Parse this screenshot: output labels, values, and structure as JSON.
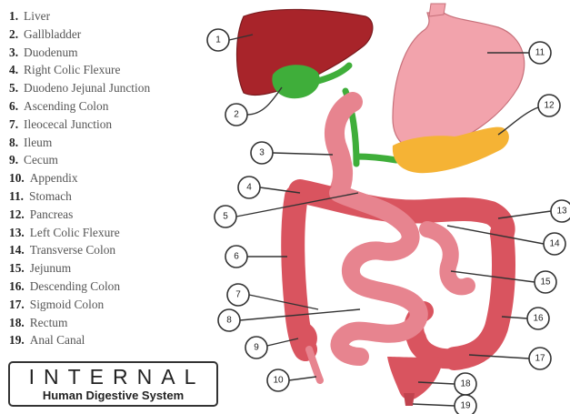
{
  "legend": [
    {
      "num": "1.",
      "label": "Liver"
    },
    {
      "num": "2.",
      "label": "Gallbladder"
    },
    {
      "num": "3.",
      "label": "Duodenum"
    },
    {
      "num": "4.",
      "label": "Right Colic Flexure"
    },
    {
      "num": "5.",
      "label": "Duodeno Jejunal Junction"
    },
    {
      "num": "6.",
      "label": "Ascending Colon"
    },
    {
      "num": "7.",
      "label": "Ileocecal Junction"
    },
    {
      "num": "8.",
      "label": "Ileum"
    },
    {
      "num": "9.",
      "label": "Cecum"
    },
    {
      "num": "10.",
      "label": "Appendix"
    },
    {
      "num": "11.",
      "label": "Stomach"
    },
    {
      "num": "12.",
      "label": "Pancreas"
    },
    {
      "num": "13.",
      "label": "Left Colic Flexure"
    },
    {
      "num": "14.",
      "label": "Transverse Colon"
    },
    {
      "num": "15.",
      "label": "Jejunum"
    },
    {
      "num": "16.",
      "label": "Descending Colon"
    },
    {
      "num": "17.",
      "label": "Sigmoid Colon"
    },
    {
      "num": "18.",
      "label": "Rectum"
    },
    {
      "num": "19.",
      "label": "Anal Canal"
    }
  ],
  "title": {
    "main": "INTERNAL",
    "sub": "Human Digestive System"
  },
  "callouts": {
    "c1": "1",
    "c2": "2",
    "c3": "3",
    "c4": "4",
    "c5": "5",
    "c6": "6",
    "c7": "7",
    "c8": "8",
    "c9": "9",
    "c10": "10",
    "c11": "11",
    "c12": "12",
    "c13": "13",
    "c14": "14",
    "c15": "15",
    "c16": "16",
    "c17": "17",
    "c18": "18",
    "c19": "19"
  },
  "colors": {
    "liver": "#a8242a",
    "gallbladder": "#3fae3a",
    "stomach": "#f2a3ac",
    "pancreas": "#f5b335",
    "intestine": "#e7848f",
    "colon": "#d9545f",
    "outline": "#333333"
  }
}
